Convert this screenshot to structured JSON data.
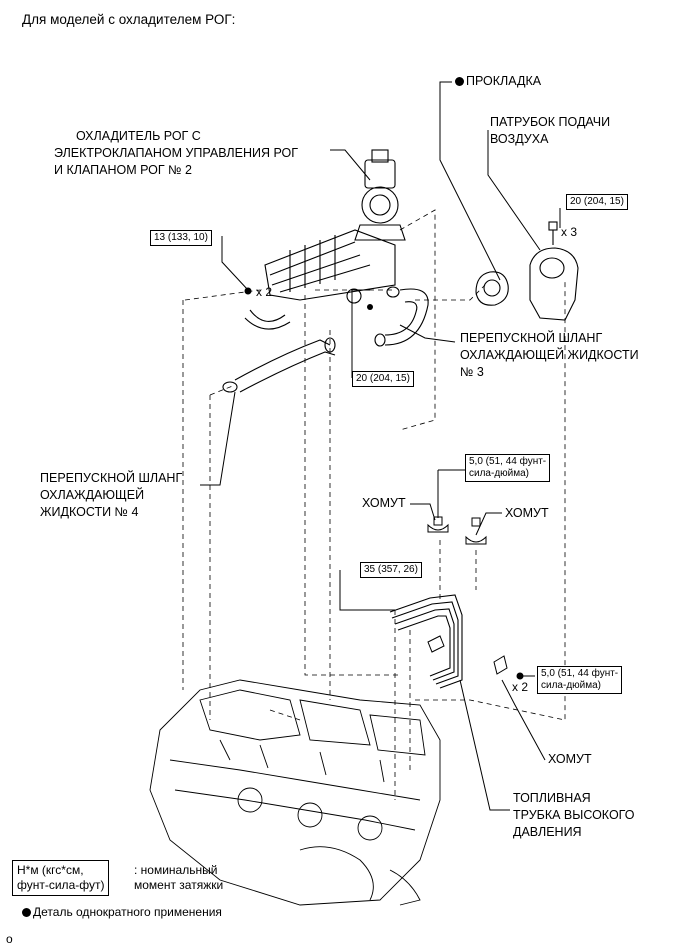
{
  "title": "Для моделей с охладителем РОГ:",
  "labels": {
    "gasket": "ПРОКЛАДКА",
    "intake_pipe": [
      "ПАТРУБОК ПОДАЧИ",
      "ВОЗДУХА"
    ],
    "egr_cooler": [
      "ОХЛАДИТЕЛЬ РОГ С",
      "ЭЛЕКТРОКЛАПАНОМ УПРАВЛЕНИЯ РОГ",
      "И КЛАПАНОМ РОГ № 2"
    ],
    "hose3": [
      "ПЕРЕПУСКНОЙ ШЛАНГ",
      "ОХЛАЖДАЮЩЕЙ ЖИДКОСТИ",
      "№ 3"
    ],
    "hose4": [
      "ПЕРЕПУСКНОЙ ШЛАНГ",
      "ОХЛАЖДАЮЩЕЙ",
      "ЖИДКОСТИ № 4"
    ],
    "clamp_left": "ХОМУТ",
    "clamp_right": "ХОМУТ",
    "clamp_bottom": "ХОМУТ",
    "fuel_pipe": [
      "ТОПЛИВНАЯ",
      "ТРУБКА ВЫСОКОГО",
      "ДАВЛЕНИЯ"
    ]
  },
  "torques": {
    "t1": "13 (133, 10)",
    "t2": "20 (204, 15)",
    "t3": "20 (204, 15)",
    "t4": [
      "5,0 (51, 44 фунт-",
      "сила-дюйма)"
    ],
    "t5": "35 (357, 26)",
    "t6": [
      "5,0 (51, 44 фунт-",
      "сила-дюйма)"
    ]
  },
  "multipliers": {
    "m1": "x 2",
    "m2": "x 3",
    "m3": "x 2"
  },
  "legend": {
    "unit_box": [
      "Н*м (кгс*см,",
      "фунт-сила-фут)"
    ],
    "unit_text": [
      ": номинальный",
      "момент затяжки"
    ],
    "single_use": "Деталь однократного применения"
  },
  "corner_mark": "o"
}
